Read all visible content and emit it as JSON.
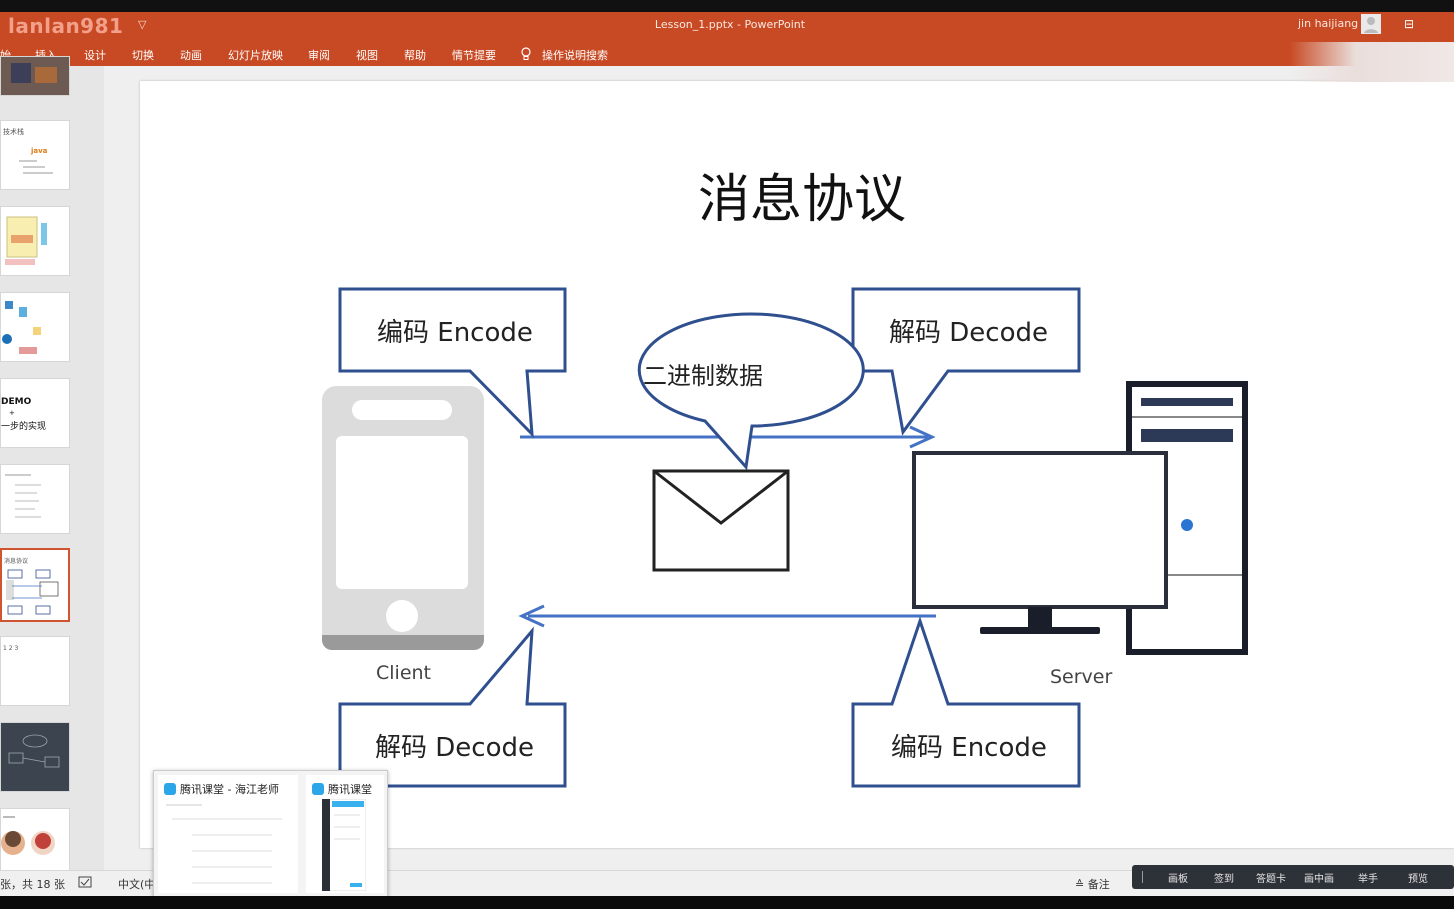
{
  "app": {
    "logo_text": "lanlan981",
    "doc_title": "Lesson_1.pptx - PowerPoint",
    "user_name": "jin haijiang"
  },
  "ribbon": {
    "tabs": [
      "始",
      "插入",
      "设计",
      "切换",
      "动画",
      "幻灯片放映",
      "审阅",
      "视图",
      "帮助",
      "情节提要"
    ],
    "search_label": "操作说明搜索"
  },
  "thumbnails": {
    "t2_label": "技术栈",
    "t2_sub": "java",
    "t5_line1": "DEMO",
    "t5_line2": "一步的实现",
    "t7_label": "消息协议",
    "t8_label": "1 2 3"
  },
  "slide": {
    "title": "消息协议",
    "box_top_left": "编码 Encode",
    "box_top_right": "解码 Decode",
    "bubble": "二进制数据",
    "box_bottom_left": "解码 Decode",
    "box_bottom_right": "编码 Encode",
    "client_label": "Client",
    "server_label": "Server"
  },
  "statusbar": {
    "slide_count": "张，共 18 张",
    "language": "中文(中",
    "notes": "备注"
  },
  "popup": {
    "win1_title": "腾讯课堂 - 海江老师",
    "win2_title": "腾讯课堂"
  },
  "classroom_toolbar": {
    "items": [
      "画板",
      "签到",
      "答题卡",
      "画中画",
      "举手",
      "预览"
    ]
  },
  "colors": {
    "ribbon": "#c84a24",
    "diagram_border": "#2f4f8f",
    "arrow": "#4472c4",
    "selected_thumb": "#d0542f"
  }
}
